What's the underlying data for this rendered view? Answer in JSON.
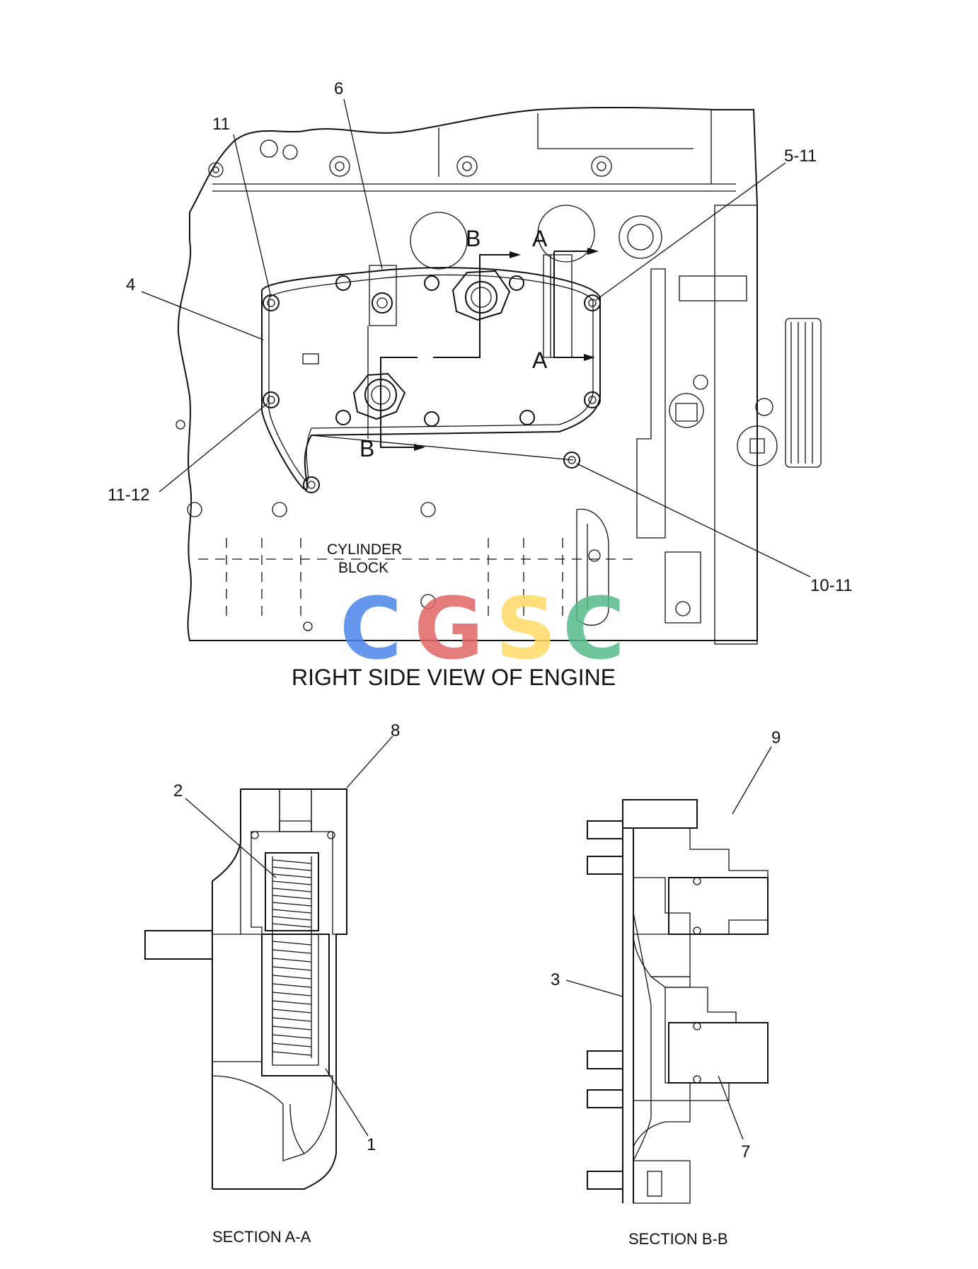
{
  "caption": "RIGHT SIDE VIEW OF ENGINE",
  "block_label": [
    "CYLINDER",
    "BLOCK"
  ],
  "section_marks": {
    "a_top": "A",
    "a_bottom": "A",
    "b_top": "B",
    "b_bottom": "B"
  },
  "callouts": {
    "c_11": "11",
    "c_6": "6",
    "c_5_11": "5-11",
    "c_4": "4",
    "c_11_12": "11-12",
    "c_10_11": "10-11",
    "c_8": "8",
    "c_2": "2",
    "c_1": "1",
    "c_9": "9",
    "c_3": "3",
    "c_7": "7"
  },
  "section_titles": {
    "aa": "SECTION A-A",
    "bb": "SECTION B-B"
  },
  "watermark": {
    "text": "CGSC",
    "colors": [
      "#4a86e8",
      "#e06666",
      "#ffd966",
      "#57bb8a"
    ]
  }
}
